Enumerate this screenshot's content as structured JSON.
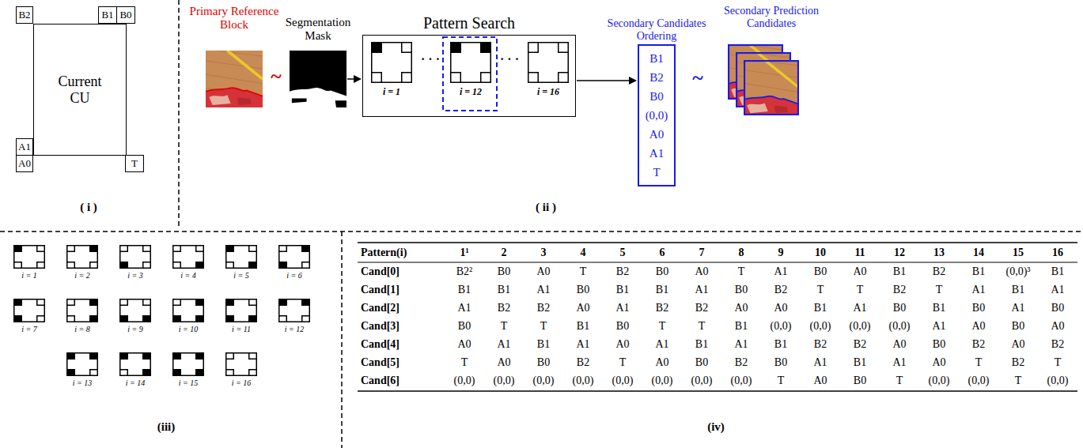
{
  "diagram": {
    "nodes": [
      {
        "text": [
          "B2"
        ]
      },
      {
        "text": [
          "B1"
        ]
      },
      {
        "text": [
          "B0"
        ]
      },
      {
        "text": [
          "Current CU"
        ]
      },
      {
        "text": [
          "A1"
        ]
      },
      {
        "text": [
          "A0"
        ]
      },
      {
        "text": [
          "T"
        ]
      },
      {
        "text": [
          "Primary Reference Block"
        ]
      },
      {
        "text": [
          "Segmentation Mask"
        ]
      },
      {
        "text": [
          "Pattern Search"
        ]
      },
      {
        "text": [
          "i = 1"
        ],
        "in": 9
      },
      {
        "text": [
          "i = 12"
        ],
        "in": 9
      },
      {
        "text": [
          "i = 16"
        ],
        "in": 9
      },
      {
        "text": [
          "Secondary Candidates Ordering",
          "B1",
          "B2",
          "B0",
          "(0,0)",
          "A0",
          "A1",
          "T"
        ]
      },
      {
        "text": [
          "Secondary Prediction Candidates"
        ]
      }
    ],
    "edges": [
      {
        "from": 8,
        "to": 9,
        "arrow": "to"
      },
      {
        "from": 9,
        "to": 13,
        "arrow": "to"
      }
    ],
    "labels": [
      "( i )",
      "~",
      "· · ·",
      "· · ·",
      "~",
      "( ii )",
      "i = 1",
      "i = 2",
      "i = 3",
      "i = 4",
      "i = 5",
      "i = 6",
      "i = 7",
      "i = 8",
      "i = 9",
      "i = 10",
      "i = 11",
      "i = 12",
      "i = 13",
      "i = 14",
      "i = 15",
      "i = 16",
      "(iii)",
      "Pattern(i)",
      "1¹",
      "2",
      "3",
      "4",
      "5",
      "6",
      "7",
      "8",
      "9",
      "10",
      "11",
      "12",
      "13",
      "14",
      "15",
      "16",
      "Cand[0]",
      "B2²",
      "B0",
      "A0",
      "T",
      "B2",
      "B0",
      "A0",
      "T",
      "A1",
      "B0",
      "A0",
      "B1",
      "B2",
      "B1",
      "(0,0)³",
      "B1",
      "Cand[1]",
      "B1",
      "B1",
      "A1",
      "B0",
      "B1",
      "B1",
      "A1",
      "B0",
      "B2",
      "T",
      "T",
      "B2",
      "T",
      "A1",
      "B1",
      "A1",
      "Cand[2]",
      "A1",
      "B2",
      "B2",
      "A0",
      "A1",
      "B2",
      "B2",
      "A0",
      "A0",
      "B1",
      "A1",
      "B0",
      "B1",
      "B0",
      "A1",
      "B0",
      "Cand[3]",
      "B0",
      "T",
      "T",
      "B1",
      "B0",
      "T",
      "T",
      "B1",
      "(0,0)",
      "(0,0)",
      "(0,0)",
      "(0,0)",
      "A1",
      "A0",
      "B0",
      "A0",
      "Cand[4]",
      "A0",
      "A1",
      "B1",
      "A1",
      "A0",
      "A1",
      "B1",
      "A1",
      "B1",
      "B2",
      "B2",
      "A0",
      "B0",
      "B2",
      "A0",
      "B2",
      "Cand[5]",
      "T",
      "A0",
      "B0",
      "B2",
      "T",
      "A0",
      "B0",
      "B2",
      "B0",
      "A1",
      "B1",
      "A1",
      "A0",
      "T",
      "B2",
      "T",
      "Cand[6]",
      "(0,0)",
      "(0,0)",
      "(0,0)",
      "(0,0)",
      "(0,0)",
      "(0,0)",
      "(0,0)",
      "(0,0)",
      "T",
      "A0",
      "B0",
      "T",
      "(0,0)",
      "(0,0)",
      "T",
      "(0,0)",
      "(iv)"
    ]
  }
}
